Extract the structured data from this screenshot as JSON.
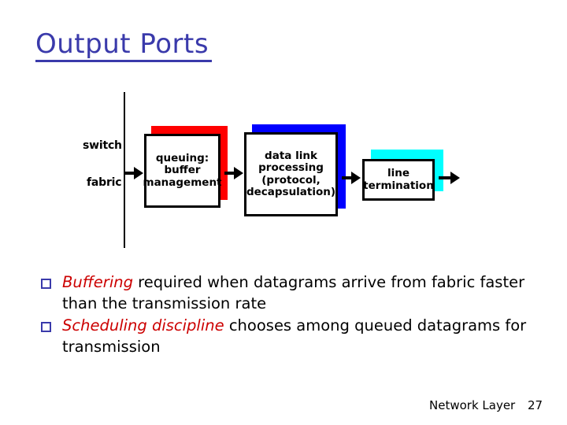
{
  "slide": {
    "title": "Output Ports",
    "title_color": "#3a3aab"
  },
  "diagram": {
    "side_labels": {
      "switch": "switch",
      "fabric": "fabric"
    },
    "nodes": [
      {
        "id": "queuing",
        "lines": "queuing: buffer management",
        "line1": "queuing:",
        "line2": "buffer",
        "line3": "management",
        "shadow_color": "#ff0000"
      },
      {
        "id": "data-link-processing",
        "line1": "data link",
        "line2": "processing",
        "line3": "(protocol,",
        "line4": "decapsulation)",
        "shadow_color": "#0000ff"
      },
      {
        "id": "line-termination",
        "line1": "line",
        "line2": "termination",
        "shadow_color": "#00ffff"
      }
    ]
  },
  "bullets": [
    {
      "emphasis": "Buffering",
      "rest": " required when datagrams arrive from fabric faster than the transmission rate"
    },
    {
      "emphasis": "Scheduling discipline",
      "rest": " chooses among queued datagrams for transmission"
    }
  ],
  "bullet_marker_color": "#3a3aab",
  "emphasis_color": "#cc0000",
  "footer": {
    "label": "Network Layer",
    "page": "27"
  }
}
